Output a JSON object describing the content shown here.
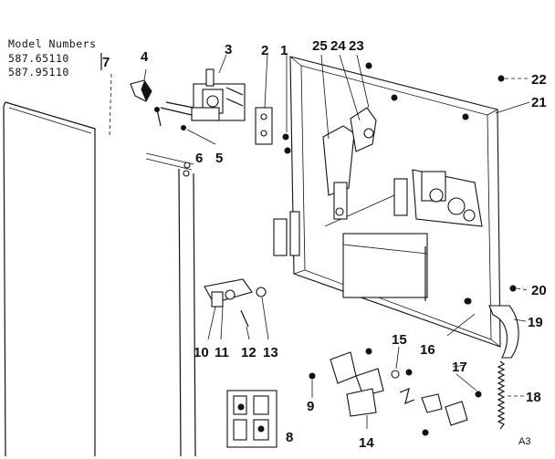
{
  "header": {
    "title": "Model Numbers",
    "models": [
      "587.65110",
      "587.95110"
    ]
  },
  "page_code": "A3",
  "callouts": [
    "1",
    "2",
    "3",
    "4",
    "5",
    "6",
    "7",
    "8",
    "9",
    "10",
    "11",
    "12",
    "13",
    "14",
    "15",
    "16",
    "17",
    "18",
    "19",
    "20",
    "21",
    "22",
    "23",
    "24",
    "25"
  ]
}
